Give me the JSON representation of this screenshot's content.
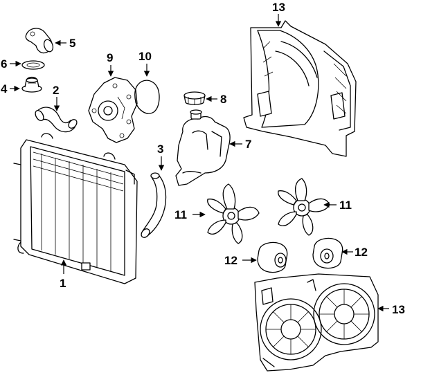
{
  "callouts": {
    "c1": "1",
    "c2": "2",
    "c3": "3",
    "c4": "4",
    "c5": "5",
    "c6": "6",
    "c7": "7",
    "c8": "8",
    "c9": "9",
    "c10": "10",
    "c11a": "11",
    "c11b": "11",
    "c12a": "12",
    "c12b": "12",
    "c13a": "13",
    "c13b": "13"
  }
}
